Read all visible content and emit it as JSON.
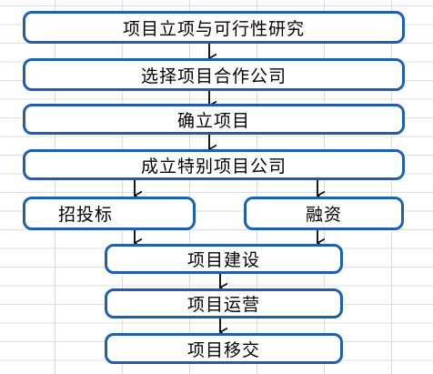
{
  "diagram": {
    "steps": {
      "feasibility": "项目立项与可行性研究",
      "select_partner": "选择项目合作公司",
      "confirm": "确立项目",
      "spv": "成立特别项目公司",
      "bidding": "招投标",
      "financing": "融资",
      "construction": "项目建设",
      "operation": "项目运营",
      "transfer": "项目移交"
    }
  }
}
